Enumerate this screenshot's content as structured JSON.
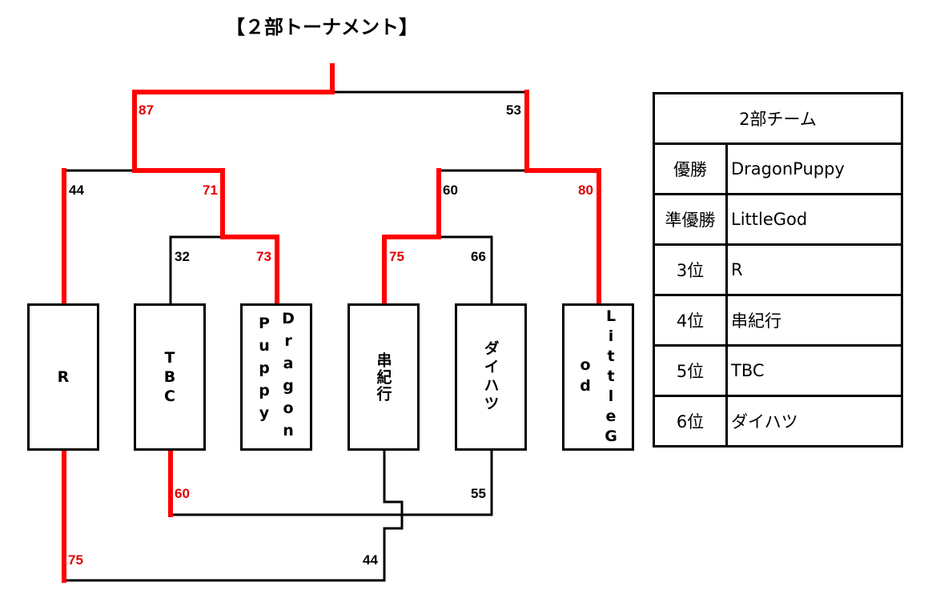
{
  "title": "【２部トーナメント】",
  "teams": [
    "R",
    "TBC",
    "DragonPuppy",
    "串紀行",
    "ダイハツ",
    "LittleGod"
  ],
  "box_text": {
    "r": "R",
    "tbc": [
      "T",
      "B",
      "C"
    ],
    "dp_col1": "Puppy",
    "dp_col2": "Dragon",
    "kushi": "串紀行",
    "daihatsu": "ダイハツ",
    "lg_col1": "od",
    "lg_col2": "LittleG"
  },
  "scores": {
    "final_left": "87",
    "final_right": "53",
    "semi_left_r": "44",
    "semi_left_w": "71",
    "semi_right_w": "60",
    "semi_right_lg": "80",
    "q1_tbc": "32",
    "q1_dp": "73",
    "q2_kushi": "75",
    "q2_dai": "66",
    "p5_tbc": "60",
    "p5_dai": "55",
    "p3_r": "75",
    "p3_kushi": "44"
  },
  "results": {
    "header": "2部チーム",
    "rows": [
      {
        "rank": "優勝",
        "team": "DragonPuppy"
      },
      {
        "rank": "準優勝",
        "team": "LittleGod"
      },
      {
        "rank": "3位",
        "team": "R"
      },
      {
        "rank": "4位",
        "team": "串紀行"
      },
      {
        "rank": "5位",
        "team": "TBC"
      },
      {
        "rank": "6位",
        "team": "ダイハツ"
      }
    ]
  },
  "colors": {
    "win": "#ff0000",
    "line": "#000000"
  }
}
